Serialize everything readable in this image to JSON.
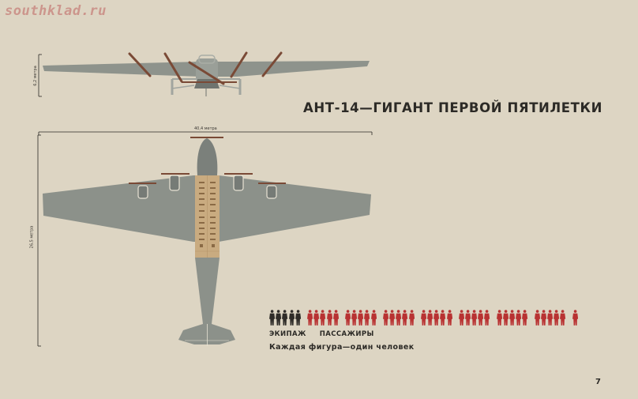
{
  "watermark": "southklad.ru",
  "title": "АНТ-14—ГИГАНТ ПЕРВОЙ ПЯТИЛЕТКИ",
  "dimensions": {
    "height_label": "6,2 метра",
    "span_label": "40,4 метра",
    "length_label": "26,5 метра"
  },
  "legend": {
    "crew_label": "ЭКИПАЖ",
    "passengers_label": "ПАССАЖИРЫ",
    "crew_count": 5,
    "passenger_count": 36,
    "crew_color": "#2f2c28",
    "passenger_color": "#b83232",
    "caption": "Каждая фигура—один человек"
  },
  "colors": {
    "background": "#ddd5c3",
    "aircraft_gray": "#8c918a",
    "aircraft_dark": "#767b76",
    "cabin": "#c9ab80",
    "propeller": "#7a4a36"
  },
  "page_number": "7"
}
